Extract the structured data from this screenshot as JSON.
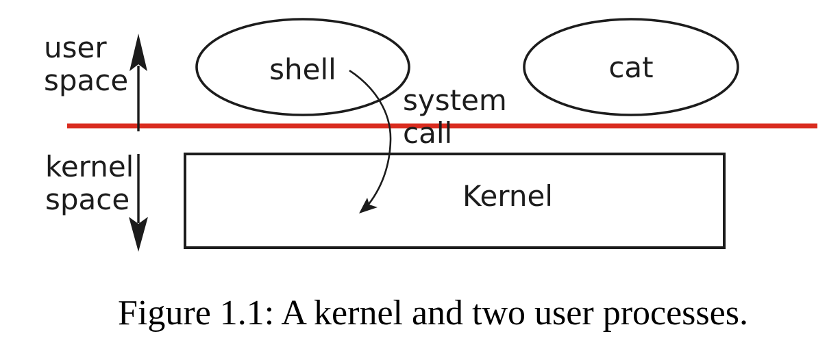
{
  "figure": {
    "labels": {
      "user_space": {
        "line1": "user",
        "line2": "space"
      },
      "kernel_space": {
        "line1": "kernel",
        "line2": "space"
      },
      "system_call": {
        "line1": "system",
        "line2": "call"
      },
      "shell": "shell",
      "cat": "cat",
      "kernel": "Kernel"
    },
    "caption": "Figure 1.1: A kernel and two user processes.",
    "colors": {
      "ink": "#1c1c1c",
      "red": "#d92c1f"
    }
  }
}
